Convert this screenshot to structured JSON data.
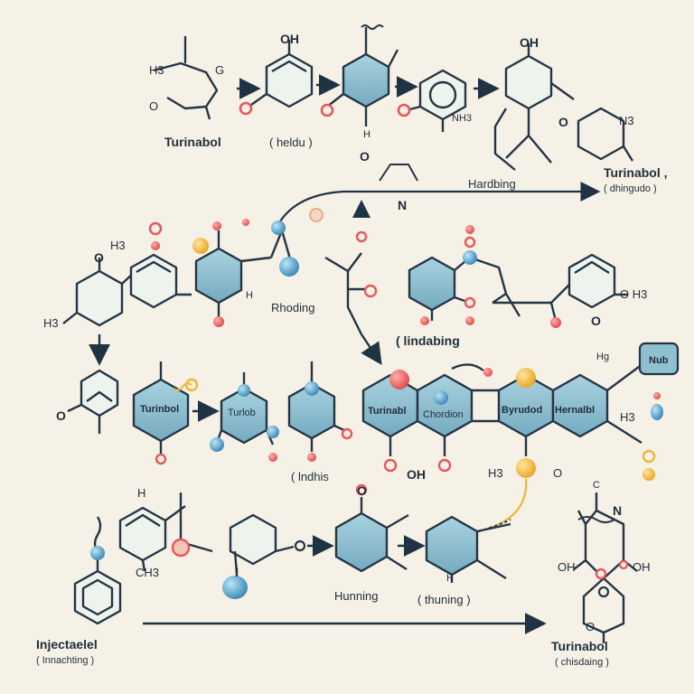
{
  "colors": {
    "background": "#f6f1e7",
    "bond": "#243545",
    "ring_fill": "#8fbfd0",
    "ring_light": "#e9f1ee",
    "oxygen_red": "#e8575a",
    "sulfur_gold": "#f2b632",
    "atom_blue": "#4a98c4",
    "arrow": "#1f3345"
  },
  "labels": {
    "turinabol_top": "Turinabol",
    "paren_top": "( heldu )",
    "hardbing": "Hardbing",
    "turinabol_right": "Turinabol ,",
    "turinabol_right_sub": "( dhingudo )",
    "rhoding": "Rhoding",
    "lindabing": "( lindabing",
    "turinabol_ring": "Turinbol",
    "turlob": "Turlob",
    "turinabl_ring": "Turinabl",
    "chordion": "Chordion",
    "byrudod": "Byrudod",
    "hernalbl": "Hernalbl",
    "nub": "Nub",
    "hunning": "Hunning",
    "thuning": "( thuning )",
    "lindhis": "( lndhis",
    "injectaelel": "Injectaelel",
    "injectaelel_sub": "( Innachting )",
    "turinabol_bottom": "Turinabol",
    "turinabol_bottom_sub": "( chisdaing )"
  },
  "atoms": {
    "oh": "OH",
    "o": "O",
    "n": "N",
    "h3": "H3",
    "h": "H",
    "ch3": "CH3",
    "oh3": "O H3",
    "h3o": "H3 O",
    "nh3": "NH3",
    "h3c": "H3",
    "g": "G",
    "c": "C",
    "hg": "Hg",
    "fh": "H3",
    "oho": "O",
    "n3": "N3"
  }
}
